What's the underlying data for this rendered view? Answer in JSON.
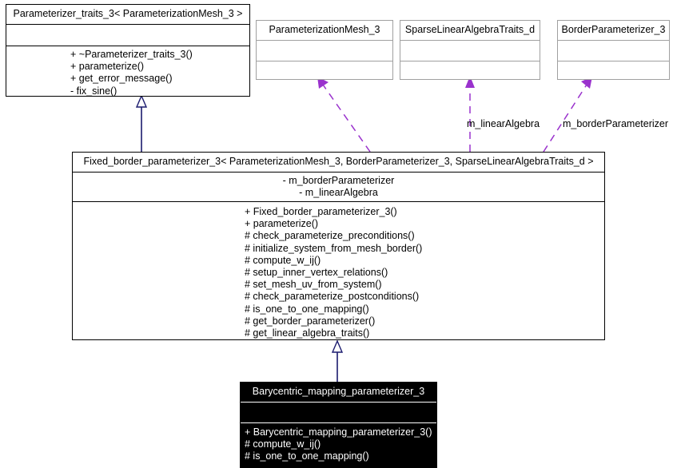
{
  "diagram": {
    "kind": "uml-class-diagram",
    "background": "#ffffff",
    "colors": {
      "box_border": "#000000",
      "box_border_light": "#a0a0a0",
      "inheritance": "#1a1a6e",
      "usage_dependency": "#9a32cd",
      "highlight_fill": "#000000",
      "highlight_text": "#ffffff"
    }
  },
  "classes": {
    "parameterizer_traits": {
      "name": "Parameterizer_traits_3< ParameterizationMesh_3 >",
      "attributes": [],
      "operations": [
        "+ ~Parameterizer_traits_3()",
        "+ parameterize()",
        "+ get_error_message()",
        "- fix_sine()"
      ]
    },
    "parameterization_mesh": {
      "name": "ParameterizationMesh_3",
      "attributes": [],
      "operations": []
    },
    "sparse_linear_algebra_traits": {
      "name": "SparseLinearAlgebraTraits_d",
      "attributes": [],
      "operations": []
    },
    "border_parameterizer": {
      "name": "BorderParameterizer_3",
      "attributes": [],
      "operations": []
    },
    "fixed_border_parameterizer": {
      "name": "Fixed_border_parameterizer_3< ParameterizationMesh_3, BorderParameterizer_3, SparseLinearAlgebraTraits_d >",
      "attributes": [
        "- m_borderParameterizer",
        "- m_linearAlgebra"
      ],
      "operations": [
        "+ Fixed_border_parameterizer_3()",
        "+ parameterize()",
        "# check_parameterize_preconditions()",
        "# initialize_system_from_mesh_border()",
        "# compute_w_ij()",
        "# setup_inner_vertex_relations()",
        "# set_mesh_uv_from_system()",
        "# check_parameterize_postconditions()",
        "# is_one_to_one_mapping()",
        "# get_border_parameterizer()",
        "# get_linear_algebra_traits()"
      ]
    },
    "barycentric_mapping_parameterizer": {
      "name": "Barycentric_mapping_parameterizer_3",
      "attributes": [],
      "operations": [
        "+ Barycentric_mapping_parameterizer_3()",
        "# compute_w_ij()",
        "# is_one_to_one_mapping()"
      ]
    }
  },
  "edges": {
    "inheritance_traits": {
      "type": "inheritance",
      "from": "Fixed_border_parameterizer_3",
      "to": "Parameterizer_traits_3",
      "label": ""
    },
    "inheritance_barycentric": {
      "type": "inheritance",
      "from": "Barycentric_mapping_parameterizer_3",
      "to": "Fixed_border_parameterizer_3",
      "label": ""
    },
    "usage_mesh": {
      "type": "usage",
      "from": "Fixed_border_parameterizer_3",
      "to": "ParameterizationMesh_3",
      "label": ""
    },
    "usage_linear_algebra": {
      "type": "usage",
      "from": "Fixed_border_parameterizer_3",
      "to": "SparseLinearAlgebraTraits_d",
      "label": "m_linearAlgebra"
    },
    "usage_border": {
      "type": "usage",
      "from": "Fixed_border_parameterizer_3",
      "to": "BorderParameterizer_3",
      "label": "m_borderParameterizer"
    }
  }
}
